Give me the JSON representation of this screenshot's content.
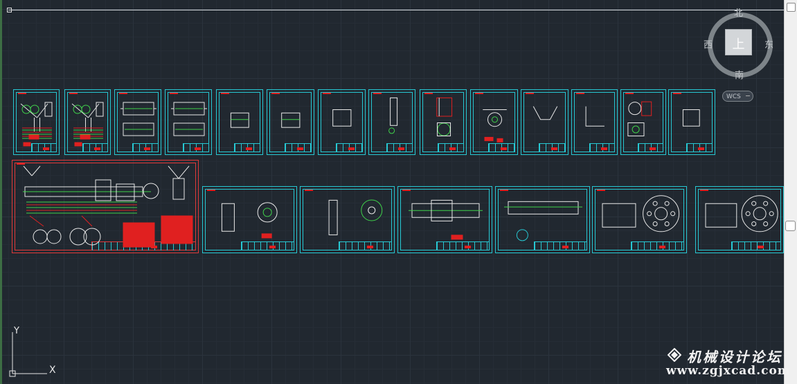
{
  "viewcube": {
    "face_label": "上",
    "north": "北",
    "south": "南",
    "west": "西",
    "east": "东"
  },
  "wcs": {
    "label": "WCS"
  },
  "ucs": {
    "x_label": "X",
    "y_label": "Y"
  },
  "watermark": {
    "title": "机械设计论坛",
    "url": "www.zgjxcad.com"
  },
  "colors": {
    "background": "#212830",
    "sheet_frame": "#27c9d4",
    "main_sheet_frame": "#e23a3a",
    "red_annotation": "#e02020",
    "green_geometry": "#3fd24a",
    "white_geometry": "#e8e8e8"
  },
  "sheets_row1_count": 14,
  "sheets_row2_count": 7
}
